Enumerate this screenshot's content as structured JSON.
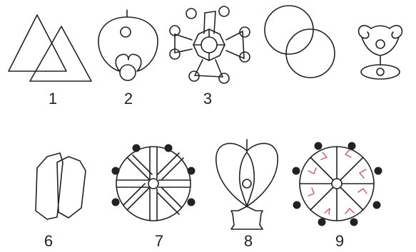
{
  "figures": [
    {
      "id": "1",
      "label": "1",
      "icon": "two-overlapping-triangles"
    },
    {
      "id": "2",
      "label": "2",
      "icon": "loop-with-circles"
    },
    {
      "id": "3",
      "label": "3",
      "icon": "star-network-with-circles"
    },
    {
      "id": "4",
      "label": "",
      "icon": "two-overlapping-circles"
    },
    {
      "id": "5",
      "label": "",
      "icon": "spiral-face-with-stand"
    },
    {
      "id": "6",
      "label": "6",
      "icon": "two-overlapping-hexagons"
    },
    {
      "id": "7",
      "label": "7",
      "icon": "spoked-wheel-with-dots"
    },
    {
      "id": "8",
      "label": "8",
      "icon": "petal-bud-on-pedestal"
    },
    {
      "id": "9",
      "label": "9",
      "icon": "spoked-wheel-with-arrows"
    }
  ],
  "colors": {
    "stroke": "#222222",
    "arrow": "#c25a7a"
  }
}
